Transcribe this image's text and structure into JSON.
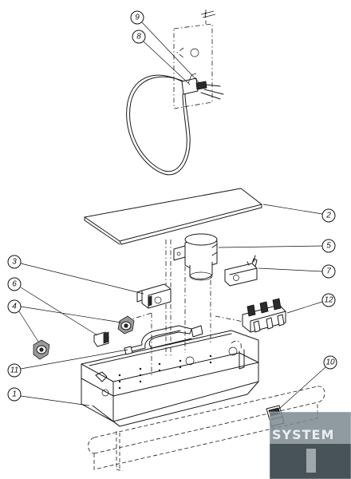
{
  "diagram": {
    "callouts": [
      {
        "id": "c1",
        "label": "1"
      },
      {
        "id": "c2",
        "label": "2"
      },
      {
        "id": "c3",
        "label": "3"
      },
      {
        "id": "c4",
        "label": "4"
      },
      {
        "id": "c5",
        "label": "5"
      },
      {
        "id": "c6",
        "label": "6"
      },
      {
        "id": "c7",
        "label": "7"
      },
      {
        "id": "c8",
        "label": "8"
      },
      {
        "id": "c9",
        "label": "9"
      },
      {
        "id": "c10",
        "label": "10"
      },
      {
        "id": "c11",
        "label": "11"
      },
      {
        "id": "c12",
        "label": "12"
      }
    ],
    "top_mark": "I"
  },
  "watermark": {
    "text": "SYSTEM",
    "colors": {
      "panel": "#6f7c84",
      "panel_dark": "#39434a",
      "text": "#e8eef2"
    }
  }
}
